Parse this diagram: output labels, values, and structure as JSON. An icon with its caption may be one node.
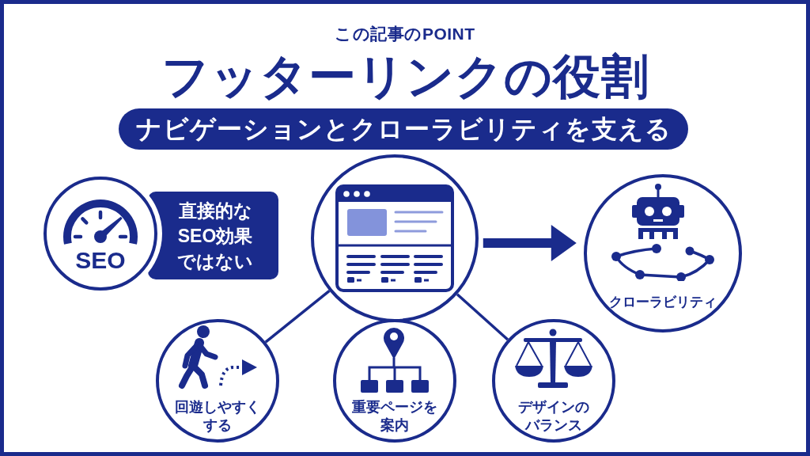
{
  "diagram": {
    "title": "フッターリンクの役割",
    "nodes": [
      {
        "text": [
          "ナビゲーションとクローラビリティを支える"
        ]
      },
      {
        "text": [
          "SEO"
        ]
      },
      {
        "text": [
          "直接的なSEO効果ではない"
        ]
      },
      {
        "text": [],
        "shape": "circle"
      },
      {
        "text": [
          "クローラビリティ"
        ]
      },
      {
        "text": [
          "回遊しやすくする"
        ]
      },
      {
        "text": [
          "重要ページを案内"
        ]
      },
      {
        "text": [
          "デザインのバランス"
        ]
      }
    ],
    "edges": [
      {
        "from": 3,
        "to": 4,
        "arrow": "to",
        "style": "thick"
      },
      {
        "from": 3,
        "to": 5,
        "arrow": "none"
      },
      {
        "from": 3,
        "to": 7,
        "arrow": "none"
      }
    ],
    "labels": [
      "この記事のPOINT"
    ]
  }
}
